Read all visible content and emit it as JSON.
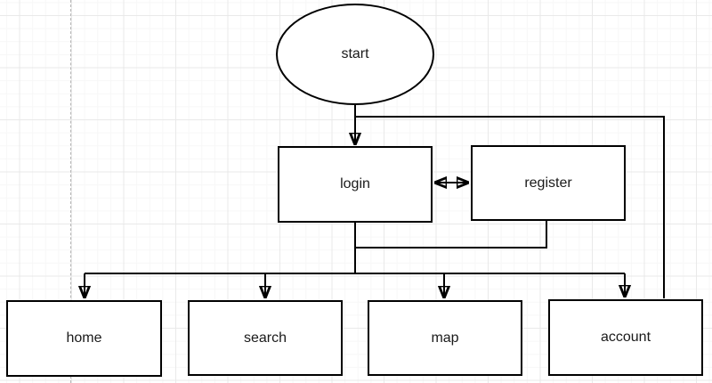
{
  "canvas": {
    "background": "#ffffff",
    "grid_minor_color": "#f7f7f7",
    "grid_major_color": "#e9e9e9",
    "page_divider_color": "#b5b5b5"
  },
  "style": {
    "node_fill": "#ffffff",
    "node_stroke": "#000000",
    "edge_color": "#000000",
    "text_color": "#1a1a1a"
  },
  "nodes": {
    "start": {
      "label": "start",
      "shape": "ellipse"
    },
    "login": {
      "label": "login",
      "shape": "rectangle"
    },
    "register": {
      "label": "register",
      "shape": "rectangle"
    },
    "home": {
      "label": "home",
      "shape": "rectangle"
    },
    "search": {
      "label": "search",
      "shape": "rectangle"
    },
    "map": {
      "label": "map",
      "shape": "rectangle"
    },
    "account": {
      "label": "account",
      "shape": "rectangle"
    }
  },
  "edges": [
    {
      "from": "start",
      "to": "login",
      "arrow": "end"
    },
    {
      "from": "start",
      "to": "account",
      "arrow": "none",
      "route": "right-side"
    },
    {
      "from": "login",
      "to": "register",
      "arrow": "both"
    },
    {
      "from": "register",
      "to": "trunk",
      "arrow": "none"
    },
    {
      "from": "login",
      "to": "home",
      "arrow": "end"
    },
    {
      "from": "login",
      "to": "search",
      "arrow": "end"
    },
    {
      "from": "login",
      "to": "map",
      "arrow": "end"
    },
    {
      "from": "login",
      "to": "account",
      "arrow": "end"
    }
  ]
}
